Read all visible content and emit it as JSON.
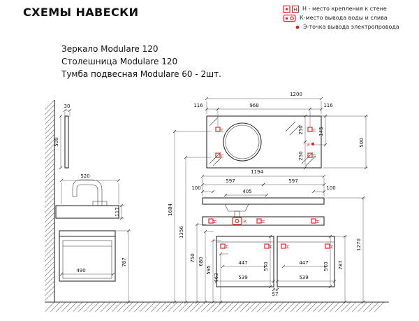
{
  "title": "СХЕМЫ НАВЕСКИ",
  "legend": {
    "items": [
      {
        "key": "h",
        "text": "Н - место крепления к стене"
      },
      {
        "key": "k",
        "text": "К-место вывода воды и слива"
      },
      {
        "key": "e",
        "text": "Э-точка вывода электропровода"
      }
    ]
  },
  "products": [
    "Зеркало Modulare 120",
    "Столешница Modulare 120",
    "Тумба подвесная Modulare 60 - 2шт."
  ],
  "markers": {
    "h": "Н",
    "k": "К",
    "e": "Э"
  },
  "colors": {
    "marker_red": "#e5232a",
    "line": "#2a2a2a"
  },
  "dims": {
    "mirror_depth": "30",
    "mirror_side_height": "500",
    "counter_depth": "520",
    "counter_height": "117",
    "cab_side_width": "490",
    "cab_side_height": "787",
    "h1684": "1684",
    "h1356": "1356",
    "h750": "750",
    "h680": "680",
    "h595": "595",
    "h463": "463",
    "mirror_total": "1200",
    "mirror_left": "116",
    "mirror_center": "968",
    "mirror_right": "116",
    "mirror_row_top": "250",
    "mirror_row_bottom": "250",
    "e_offset": "145",
    "mirror_height": "500",
    "counter_total": "1194",
    "counter_half_left": "597",
    "counter_half_right": "597",
    "offset_left": "100",
    "offset_right": "100",
    "sink_width": "405",
    "drawer_left": "447",
    "drawer_right": "447",
    "cab_left_width": "539",
    "cab_right_width": "539",
    "cab_gap": "57",
    "cab_left_height": "570",
    "cab_right_height": "570",
    "cab_front_height": "787",
    "h1270": "1270"
  }
}
